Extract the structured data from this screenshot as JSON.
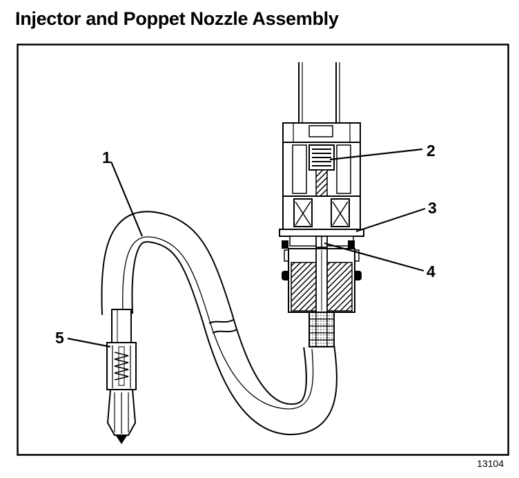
{
  "title": "Injector and Poppet Nozzle Assembly",
  "figure_number": "13104",
  "callouts": {
    "c1": "1",
    "c2": "2",
    "c3": "3",
    "c4": "4",
    "c5": "5"
  }
}
